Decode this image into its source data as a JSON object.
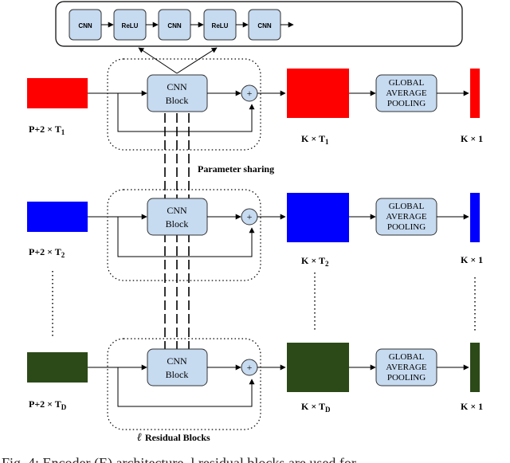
{
  "colors": {
    "red": "#ff0000",
    "blue": "#0000ff",
    "green": "#2c4a18",
    "node_fill": "#c6daf0",
    "node_stroke": "#333333"
  },
  "top_chain": [
    "CNN",
    "ReLU",
    "CNN",
    "ReLU",
    "CNN"
  ],
  "cnn_block": {
    "line1": "CNN",
    "line2": "Block"
  },
  "gap": {
    "line1": "GLOBAL",
    "line2": "AVERAGE",
    "line3": "POOLING"
  },
  "plus_symbol": "+",
  "rows": [
    {
      "input_label": "P+2 × T",
      "input_sub": "1",
      "feature_label": "K × T",
      "feature_sub": "1",
      "output_label": "K × 1",
      "color": "red"
    },
    {
      "input_label": "P+2 × T",
      "input_sub": "2",
      "feature_label": "K × T",
      "feature_sub": "2",
      "output_label": "K × 1",
      "color": "blue"
    },
    {
      "input_label": "P+2 × T",
      "input_sub": "D",
      "feature_label": "K × T",
      "feature_sub": "D",
      "output_label": "K × 1",
      "color": "green"
    }
  ],
  "parameter_sharing": "Parameter sharing",
  "residual_blocks": {
    "symbol": "ℓ",
    "text": "Residual Blocks"
  },
  "caption": "Fig. 4: Encoder (E) architecture. l residual blocks are used for"
}
